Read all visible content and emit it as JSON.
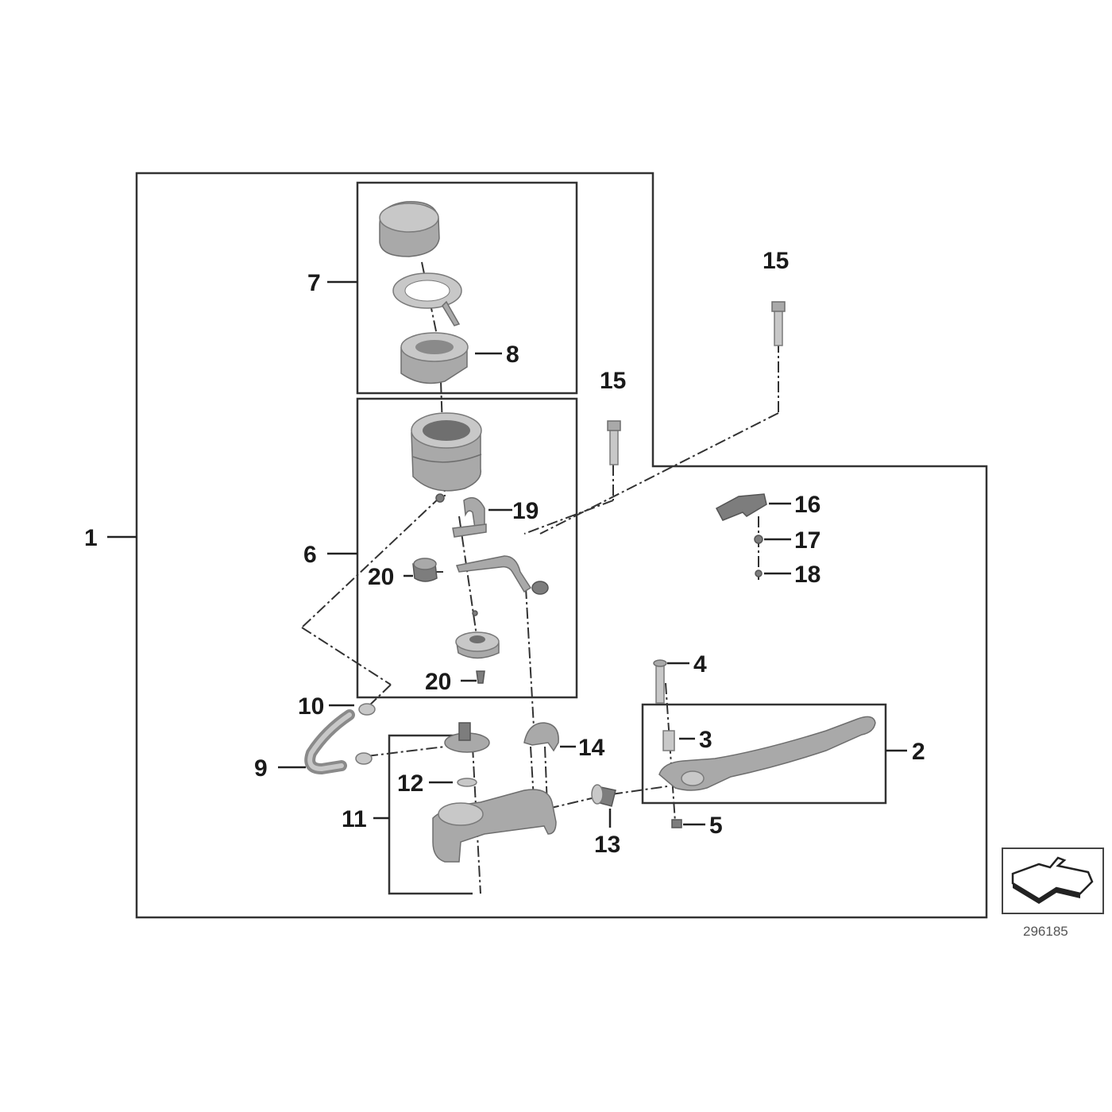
{
  "callouts": {
    "c1": "1",
    "c2": "2",
    "c3": "3",
    "c4": "4",
    "c5": "5",
    "c6": "6",
    "c7": "7",
    "c8": "8",
    "c9": "9",
    "c10": "10",
    "c11": "11",
    "c12": "12",
    "c13": "13",
    "c14": "14",
    "c15a": "15",
    "c15b": "15",
    "c16": "16",
    "c17": "17",
    "c18": "18",
    "c19": "19",
    "c20a": "20",
    "c20b": "20"
  },
  "reference_number": "296185",
  "icons": {
    "orientation": "orientation-arrow-icon"
  },
  "colors": {
    "line": "#333333",
    "part": "#a9a9a9",
    "part_dark": "#7d7d7d",
    "text": "#1a1a1a"
  }
}
